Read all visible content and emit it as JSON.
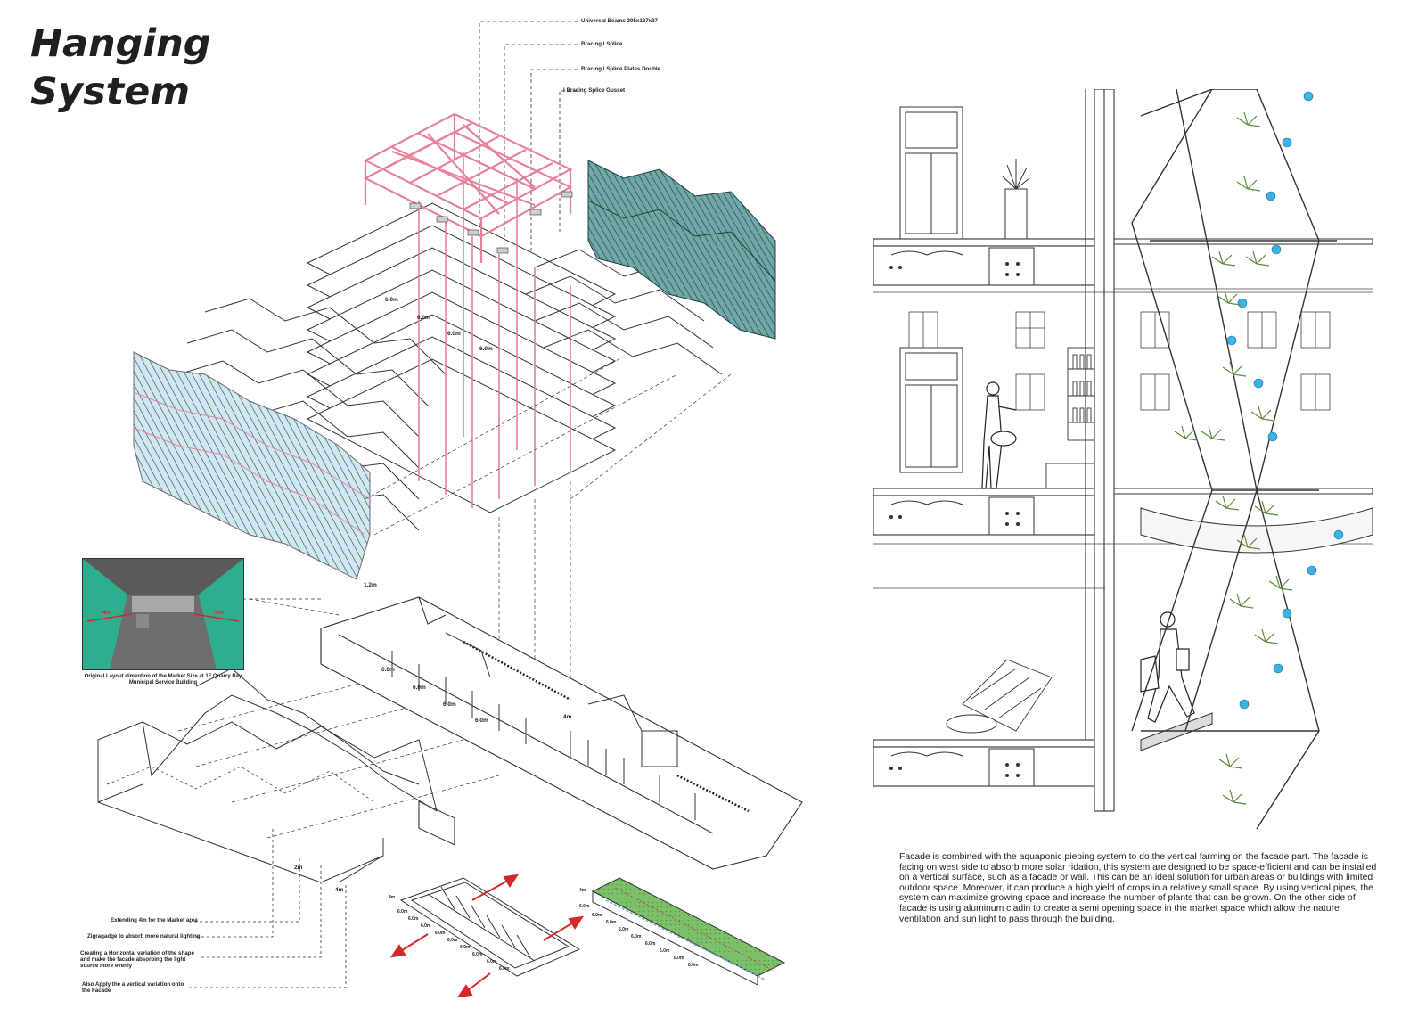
{
  "title": {
    "line1": "Hanging",
    "line2": "System"
  },
  "top_callouts": [
    "Universal Beams 305x127x37",
    "Bracing I Splice",
    "Bracing I Splice Plates Double",
    "I Bracing Splice Gusset"
  ],
  "dimensions": {
    "floor_spacing": [
      "6.0m",
      "6.0m",
      "6.0m",
      "6.0m"
    ],
    "module_height": "1.2m",
    "market_spacing": [
      "6.0m",
      "6.0m",
      "6.0m",
      "6.0m"
    ],
    "market_extension": "4m",
    "zigzag": [
      "2m",
      "4m"
    ],
    "photo_labels": [
      "4m",
      "4m"
    ],
    "plan_left": [
      "4m",
      "6.0m",
      "6.0m",
      "6.0m",
      "6.0m",
      "6.0m",
      "6.0m",
      "6.0m",
      "6.0m",
      "6.0m"
    ],
    "plan_right": [
      "4m",
      "6.0m",
      "6.0m",
      "6.0m",
      "6.0m",
      "6.0m",
      "6.0m",
      "6.0m",
      "6.0m",
      "6.0m"
    ]
  },
  "photo_caption": "Original Layout dimention of the Market Size at 1F Quarry Bay Municipal Service Building",
  "left_callouts": [
    "Extending 4m for the Market area",
    "Zigragadge to absorb more natural lighting",
    "Creating a Horizontal variation of the shape and make the facade absorbing the light source more evenly",
    "Also Apply the a vertical variation onto the Facade"
  ],
  "description": "Facade is combined with the aquaponic pieping system to do the vertical farming on the facade part. The facade is facing on west side to absorb more solar ridation, this system are designed to be space-efficient and can be installed on a vertical surface, such as a facade or wall. This can be an ideal solution for urban areas or buildings with limited outdoor space. Moreover, it can produce a high yield of crops in a relatively small space. By using vertical pipes, the system can maximize growing space and increase the number of plants that can be grown. On the other side of facade is using aluminum cladin to create a semi opening space in the market space which allow the nature ventilation and sun light to pass through the building.",
  "colors": {
    "structure": "#e8829a",
    "facade_left": "#8ecbe0",
    "facade_right": "#3d7c7a",
    "roof_green": "#7cc06a",
    "arrow": "#d62828",
    "plant_pot": "#3ab2e6",
    "plant_leaf": "#5c8a3a",
    "photo_wall": "#39c7a4"
  }
}
